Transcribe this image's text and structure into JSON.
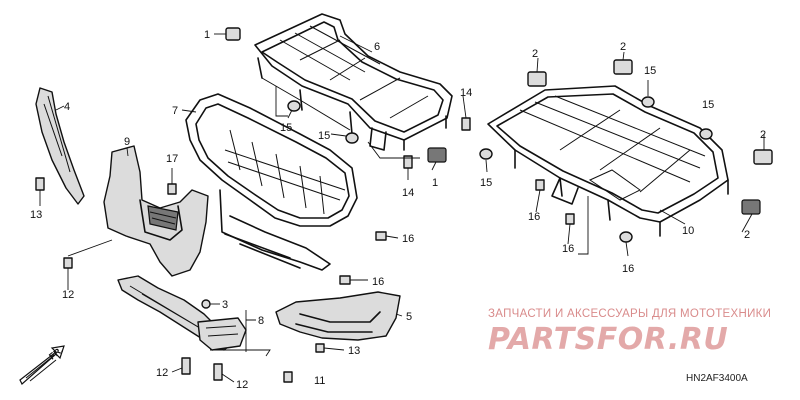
{
  "diagram": {
    "callouts": [
      "1",
      "6",
      "2",
      "2",
      "4",
      "15",
      "14",
      "15",
      "7",
      "15",
      "14",
      "1",
      "15",
      "2",
      "9",
      "17",
      "13",
      "16",
      "16",
      "10",
      "2",
      "15",
      "16",
      "16",
      "16",
      "12",
      "3",
      "8",
      "5",
      "13",
      "12",
      "12",
      "11"
    ],
    "direction_label": "FR.",
    "diagram_code": "HN2AF3400A",
    "watermark": {
      "line": "ЗАПЧАСТИ И АКСЕССУАРЫ ДЛЯ МОТОТЕХНИКИ",
      "logo": "PARTSFOR.RU"
    }
  }
}
